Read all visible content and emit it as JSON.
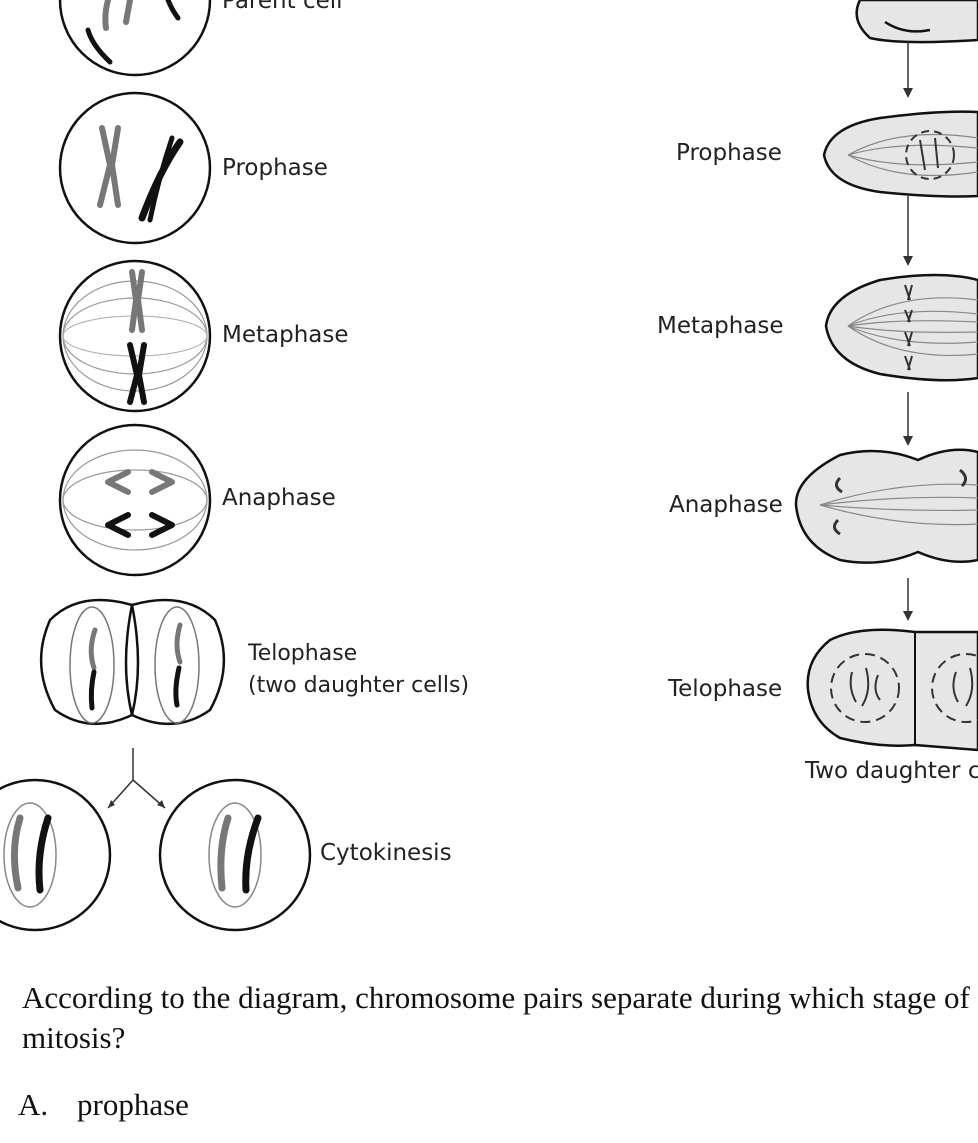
{
  "left_diagram": {
    "labels": {
      "parent_cell": "Parent cell",
      "prophase": "Prophase",
      "metaphase": "Metaphase",
      "anaphase": "Anaphase",
      "telophase_line1": "Telophase",
      "telophase_line2": "(two daughter cells)",
      "cytokinesis": "Cytokinesis"
    }
  },
  "right_diagram": {
    "labels": {
      "prophase": "Prophase",
      "metaphase": "Metaphase",
      "anaphase": "Anaphase",
      "telophase": "Telophase",
      "two_daughter_cells": "Two daughter c"
    }
  },
  "question": {
    "number": ".",
    "text": "According to the diagram, chromosome pairs separate during which stage of mitosis?",
    "options": [
      {
        "letter": "A.",
        "text": "prophase"
      }
    ]
  }
}
